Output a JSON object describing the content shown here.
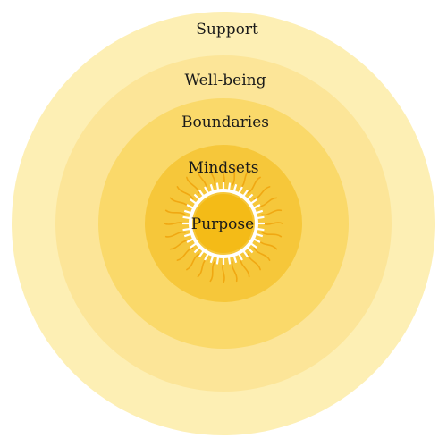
{
  "diagram": {
    "rings": [
      {
        "id": "support",
        "label": "Support",
        "color": "#FDEFB4"
      },
      {
        "id": "well-being",
        "label": "Well-being",
        "color": "#FCE598"
      },
      {
        "id": "boundaries",
        "label": "Boundaries",
        "color": "#FAD96A"
      },
      {
        "id": "mindsets",
        "label": "Mindsets",
        "color": "#F6C73A"
      },
      {
        "id": "purpose",
        "label": "Purpose",
        "color": "#F4BB17"
      }
    ],
    "sun_accent_color": "#F0A812",
    "sun_ring_color": "#FFFFFF"
  }
}
